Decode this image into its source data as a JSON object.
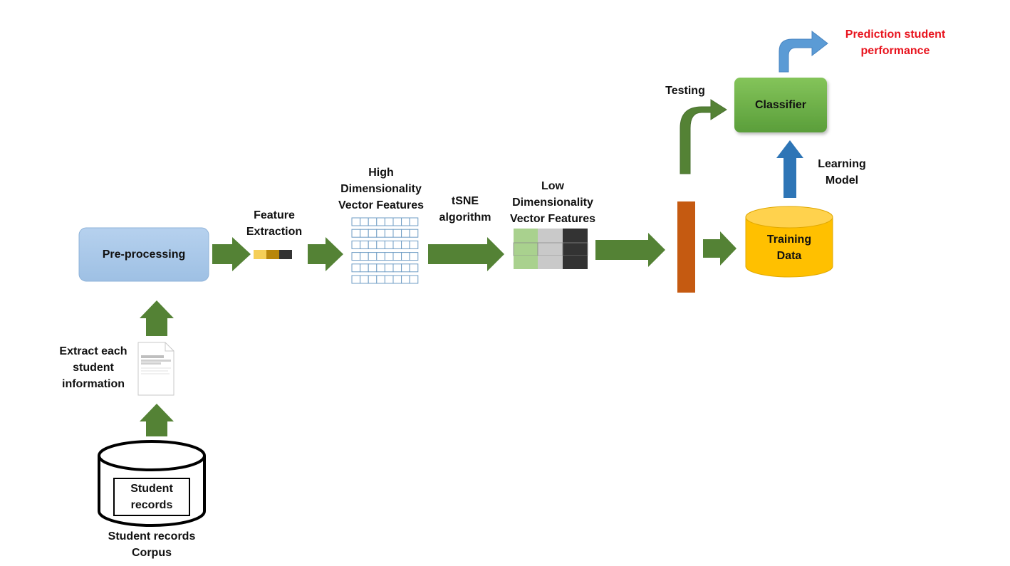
{
  "labels": {
    "preprocessing": "Pre-processing",
    "feature_extraction": "Feature\nExtraction",
    "high_dim": "High\nDimensionality\nVector Features",
    "tsne": "tSNE\nalgorithm",
    "low_dim": "Low\nDimensionality\nVector Features",
    "training_data": "Training\nData",
    "classifier": "Classifier",
    "testing": "Testing",
    "learning_model": "Learning\nModel",
    "prediction": "Prediction student\nperformance",
    "extract_info": "Extract each\nstudent\ninformation",
    "student_records": "Student\nrecords",
    "corpus": "Student records\nCorpus"
  },
  "colors": {
    "arrow_green": "#548235",
    "arrow_blue": "#2e75b6",
    "arrow_lightblue": "#5b9bd5",
    "preprocessing_box": "#a9c8e8",
    "classifier_box": "#6aa84f",
    "cylinder": "#ffc000",
    "split_bar": "#c55a11",
    "prediction_text": "#e8141e"
  }
}
